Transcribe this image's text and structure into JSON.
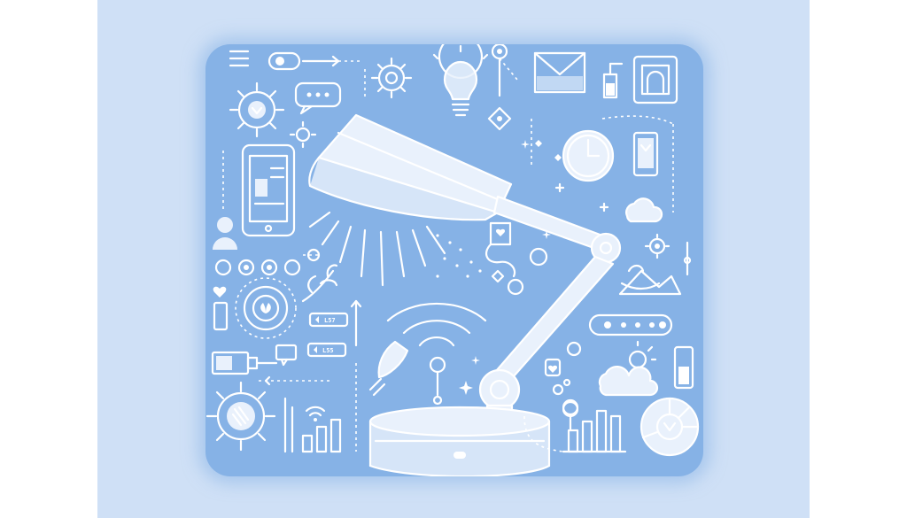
{
  "image": {
    "kind": "illustration",
    "palette": {
      "background": "#cfe0f6",
      "panel": "#86b2e6",
      "line": "#ffffff",
      "highlight": "#e9f1fc"
    },
    "main_subject": "desk-lamp",
    "icons": [
      "menu-icon",
      "toggle-icon",
      "gear-icon",
      "chat-bubble-icon",
      "lightbulb-icon",
      "envelope-icon",
      "battery-icon",
      "picture-frame-icon",
      "gear-heart-icon",
      "sun-icon",
      "smartphone-icon",
      "clock-icon",
      "phone-icon",
      "cloud-icon",
      "user-icon",
      "heart-icon",
      "target-icon",
      "plant-icon",
      "tag-icon",
      "wifi-icon",
      "rocket-icon",
      "slider-icon",
      "cloud-sun-icon",
      "battery-small-icon",
      "usb-icon",
      "bar-chart-icon",
      "pie-chart-icon",
      "mountain-icon",
      "arrow-icon"
    ],
    "tags": [
      "L57",
      "L55"
    ]
  }
}
